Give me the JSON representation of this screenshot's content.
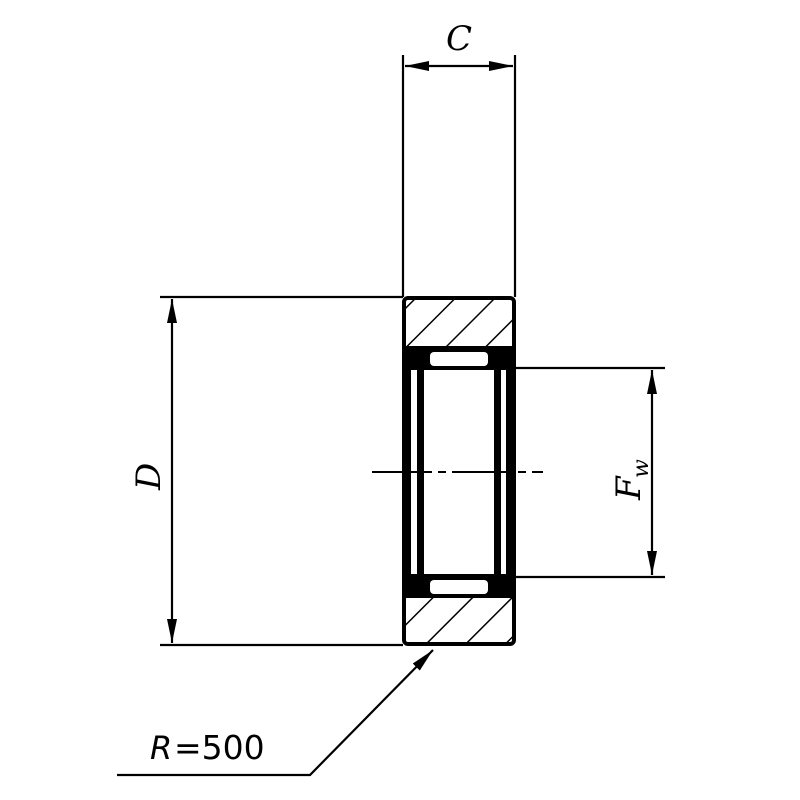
{
  "labels": {
    "width_dim": "C",
    "outer_diameter_dim": "D",
    "roller_diameter_dim_main": "F",
    "roller_diameter_dim_sub": "w",
    "radius_var": "R",
    "radius_value": "=500"
  },
  "colors": {
    "line": "#000000",
    "background": "#ffffff"
  }
}
